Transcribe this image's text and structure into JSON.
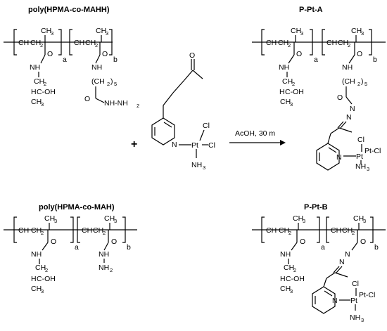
{
  "title_top_left": "poly(HPMA-co-MAHH)",
  "title_top_right": "P-Pt-A",
  "title_bottom_left": "poly(HPMA-co-MAH)",
  "title_bottom_right": "P-Pt-B",
  "plus_sign": "+",
  "reaction_condition": "AcOH, 30 m",
  "repeat_a": "a",
  "repeat_b": "b",
  "fragments": {
    "ch": "CH",
    "ch2": "CH",
    "ch3": "CH",
    "c": "C",
    "o": "O",
    "nh": "NH",
    "nn": "N",
    "n": "N",
    "hydrazide": "NH-NH",
    "nh2": "NH",
    "oh": "OH",
    "dash_oh": "C-OH",
    "h": "H",
    "pt": "Pt",
    "cl": "Cl",
    "pt_cl": "Pt-Cl",
    "nh3": "NH",
    "spacer": "(CH",
    "spacer_close": ")",
    "sub2": "2",
    "sub3": "3",
    "sub5": "5"
  }
}
